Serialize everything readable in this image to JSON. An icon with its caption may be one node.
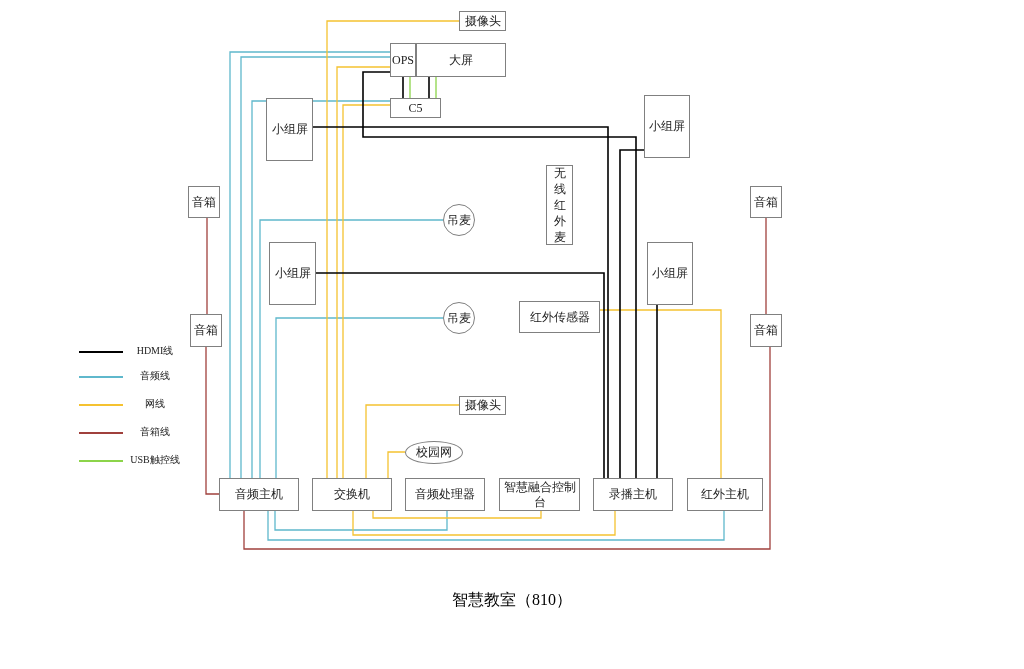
{
  "diagram": {
    "caption": "智慧教室（810）",
    "nodes": [
      {
        "text": [
          "摄像头"
        ]
      },
      {
        "text": [
          "OPS"
        ]
      },
      {
        "text": [
          "大屏"
        ]
      },
      {
        "text": [
          "C5"
        ]
      },
      {
        "text": [
          "小组屏"
        ]
      },
      {
        "text": [
          "小组屏"
        ]
      },
      {
        "text": [
          "无线红外麦"
        ]
      },
      {
        "text": [
          "音箱"
        ]
      },
      {
        "text": [
          "吊麦"
        ]
      },
      {
        "text": [
          "小组屏"
        ]
      },
      {
        "text": [
          "小组屏"
        ]
      },
      {
        "text": [
          "音箱"
        ]
      },
      {
        "text": [
          "吊麦"
        ]
      },
      {
        "text": [
          "红外传感器"
        ]
      },
      {
        "text": [
          "音箱"
        ]
      },
      {
        "text": [
          "音箱"
        ]
      },
      {
        "text": [
          "摄像头"
        ]
      },
      {
        "text": [
          "校园网"
        ]
      },
      {
        "text": [
          "音频主机"
        ]
      },
      {
        "text": [
          "交换机"
        ]
      },
      {
        "text": [
          "音频处理器"
        ]
      },
      {
        "text": [
          "智慧融合控制台"
        ]
      },
      {
        "text": [
          "录播主机"
        ]
      },
      {
        "text": [
          "红外主机"
        ]
      }
    ],
    "edges": [
      {
        "from": 1,
        "to": 18,
        "arrow": "none",
        "color": "#5fb8cc"
      },
      {
        "from": 1,
        "to": 18,
        "arrow": "none",
        "color": "#5fb8cc"
      },
      {
        "from": 3,
        "to": 18,
        "arrow": "none",
        "color": "#5fb8cc"
      },
      {
        "from": 8,
        "to": 18,
        "arrow": "none",
        "color": "#5fb8cc"
      },
      {
        "from": 12,
        "to": 18,
        "arrow": "none",
        "color": "#5fb8cc"
      },
      {
        "from": 18,
        "to": 20,
        "arrow": "none",
        "color": "#5fb8cc"
      },
      {
        "from": 18,
        "to": 23,
        "arrow": "none",
        "color": "#5fb8cc"
      },
      {
        "from": 0,
        "to": 19,
        "arrow": "none",
        "color": "#f5c230"
      },
      {
        "from": 1,
        "to": 19,
        "arrow": "none",
        "color": "#f5c230"
      },
      {
        "from": 3,
        "to": 19,
        "arrow": "none",
        "color": "#f5c230"
      },
      {
        "from": 16,
        "to": 19,
        "arrow": "none",
        "color": "#f5c230"
      },
      {
        "from": 17,
        "to": 19,
        "arrow": "none",
        "color": "#f5c230"
      },
      {
        "from": 19,
        "to": 21,
        "arrow": "none",
        "color": "#f5c230"
      },
      {
        "from": 19,
        "to": 22,
        "arrow": "none",
        "color": "#f5c230"
      },
      {
        "from": 13,
        "to": 23,
        "arrow": "none",
        "color": "#f5c230"
      },
      {
        "from": 1,
        "to": 3,
        "arrow": "none",
        "color": "#000000"
      },
      {
        "from": 2,
        "to": 3,
        "arrow": "none",
        "color": "#000000"
      },
      {
        "from": 4,
        "to": 22,
        "arrow": "none",
        "color": "#000000"
      },
      {
        "from": 1,
        "to": 22,
        "arrow": "none",
        "color": "#000000"
      },
      {
        "from": 5,
        "to": 22,
        "arrow": "none",
        "color": "#000000"
      },
      {
        "from": 9,
        "to": 22,
        "arrow": "none",
        "color": "#000000"
      },
      {
        "from": 10,
        "to": 22,
        "arrow": "none",
        "color": "#000000"
      },
      {
        "from": 1,
        "to": 3,
        "arrow": "none",
        "color": "#8cd44a"
      },
      {
        "from": 2,
        "to": 3,
        "arrow": "none",
        "color": "#8cd44a"
      },
      {
        "from": 7,
        "to": 14,
        "arrow": "none",
        "color": "#a0403c"
      },
      {
        "from": 14,
        "to": 18,
        "arrow": "none",
        "color": "#a0403c"
      },
      {
        "from": 11,
        "to": 15,
        "arrow": "none",
        "color": "#a0403c"
      },
      {
        "from": 15,
        "to": 18,
        "arrow": "none",
        "color": "#a0403c"
      }
    ],
    "legend": [
      {
        "text": "HDMI线",
        "color": "#000000"
      },
      {
        "text": "音频线",
        "color": "#5fb8cc"
      },
      {
        "text": "网线",
        "color": "#f5c230"
      },
      {
        "text": "音箱线",
        "color": "#a0403c"
      },
      {
        "text": "USB触控线",
        "color": "#8cd44a"
      }
    ]
  }
}
